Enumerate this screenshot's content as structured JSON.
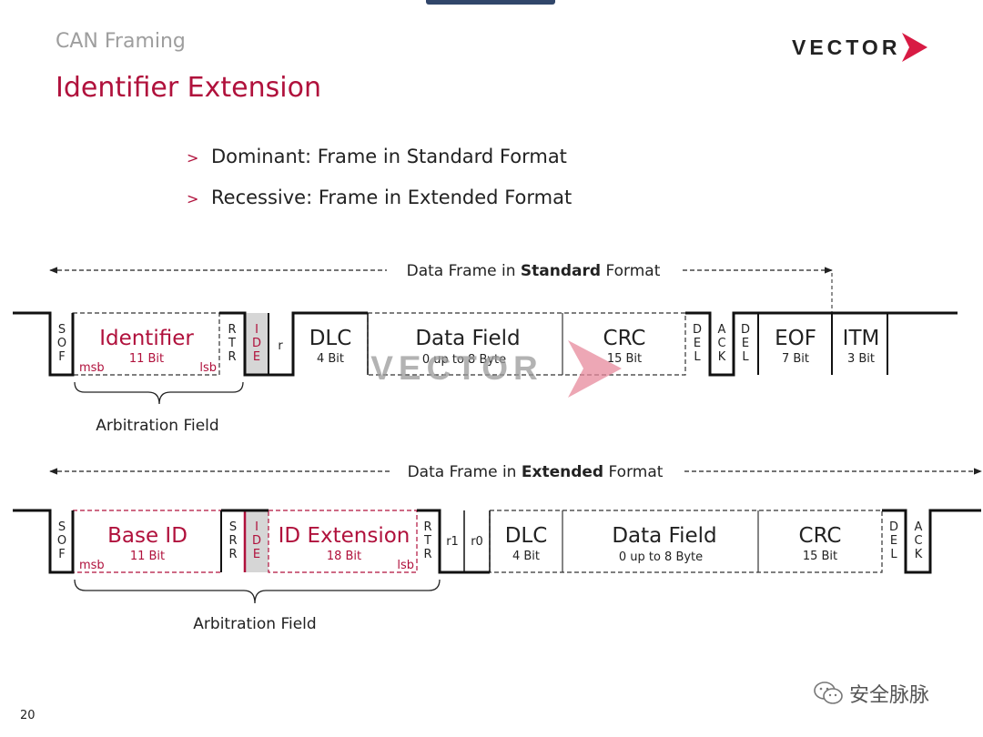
{
  "header": {
    "section_title": "CAN Framing",
    "page_title": "Identifier Extension",
    "logo_text": "VECTOR"
  },
  "bullets": [
    "Dominant: Frame in Standard Format",
    "Recessive: Frame in Extended Format"
  ],
  "standard": {
    "label_pre": "Data Frame in ",
    "label_bold": "Standard",
    "label_post": " Format",
    "sof": [
      "S",
      "O",
      "F"
    ],
    "identifier": "Identifier",
    "identifier_bits": "11 Bit",
    "msb": "msb",
    "lsb": "lsb",
    "rtr": [
      "R",
      "T",
      "R"
    ],
    "ide": [
      "I",
      "D",
      "E"
    ],
    "r": "r",
    "dlc": "DLC",
    "dlc_bits": "4 Bit",
    "data": "Data Field",
    "data_bits": "0 up to 8 Byte",
    "crc": "CRC",
    "crc_bits": "15 Bit",
    "del1": [
      "D",
      "E",
      "L"
    ],
    "ack": [
      "A",
      "C",
      "K"
    ],
    "del2": [
      "D",
      "E",
      "L"
    ],
    "eof": "EOF",
    "eof_bits": "7 Bit",
    "itm": "ITM",
    "itm_bits": "3 Bit",
    "arbitration": "Arbitration Field"
  },
  "extended": {
    "label_pre": "Data Frame in ",
    "label_bold": "Extended",
    "label_post": " Format",
    "sof": [
      "S",
      "O",
      "F"
    ],
    "base_id": "Base ID",
    "base_id_bits": "11 Bit",
    "msb": "msb",
    "srr": [
      "S",
      "R",
      "R"
    ],
    "ide": [
      "I",
      "D",
      "E"
    ],
    "id_ext": "ID Extension",
    "id_ext_bits": "18 Bit",
    "lsb": "lsb",
    "rtr": [
      "R",
      "T",
      "R"
    ],
    "r1": "r1",
    "r0": "r0",
    "dlc": "DLC",
    "dlc_bits": "4 Bit",
    "data": "Data Field",
    "data_bits": "0 up to 8 Byte",
    "crc": "CRC",
    "crc_bits": "15 Bit",
    "del": [
      "D",
      "E",
      "L"
    ],
    "ack": [
      "A",
      "C",
      "K"
    ],
    "arbitration": "Arbitration Field"
  },
  "watermark": {
    "center_text": "VECTOR",
    "corner_text": "安全脉脉"
  },
  "page_number": "20",
  "colors": {
    "accent": "#b0113c",
    "text": "#222222",
    "muted": "#9e9e9e",
    "ide_fill": "#d6d6d6",
    "watermark_pink": "#e78a9c"
  }
}
